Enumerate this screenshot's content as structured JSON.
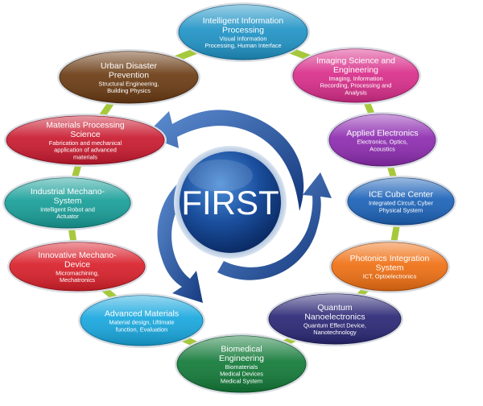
{
  "center": {
    "label": "FIRST"
  },
  "nodes": [
    {
      "id": "iip",
      "title": [
        "Intelligent Information",
        "Processing"
      ],
      "subtitle": [
        "Visual Information",
        "Processing, Human Interface"
      ],
      "color": "#1f93c6"
    },
    {
      "id": "isc",
      "title": [
        "Imaging Science and",
        "Engineering"
      ],
      "subtitle": [
        "Imaging, Information",
        "Recording, Processing and",
        "Analysis"
      ],
      "color": "#d92d8a"
    },
    {
      "id": "ae",
      "title": [
        "Applied Electronics"
      ],
      "subtitle": [
        "Electronics, Optics,",
        "Acoustics"
      ],
      "color": "#8d2bb0"
    },
    {
      "id": "ice",
      "title": [
        "ICE Cube Center"
      ],
      "subtitle": [
        "Integrated Circuit, Cyber",
        "Physical System"
      ],
      "color": "#1b62b8"
    },
    {
      "id": "pis",
      "title": [
        "Photonics Integration",
        "System"
      ],
      "subtitle": [
        "ICT, Optoelectronics"
      ],
      "color": "#ef6f12"
    },
    {
      "id": "qn",
      "title": [
        "Quantum",
        "Nanoelectronics"
      ],
      "subtitle": [
        "Quantum Effect Device,",
        "Nanotechnology"
      ],
      "color": "#2a2675"
    },
    {
      "id": "be",
      "title": [
        "Biomedical",
        "Engineering"
      ],
      "subtitle": [
        "Biomaterials",
        "Medical Devices",
        "Medical System"
      ],
      "color": "#127a38"
    },
    {
      "id": "am",
      "title": [
        "Advanced Materials"
      ],
      "subtitle": [
        "Material design, Ultimate",
        "function, Evaluation"
      ],
      "color": "#17a7de"
    },
    {
      "id": "imd",
      "title": [
        "Innovative Mechano-",
        "Device"
      ],
      "subtitle": [
        "Micromachining,",
        "Mechatronics"
      ],
      "color": "#d91f2a"
    },
    {
      "id": "ims",
      "title": [
        "Industrial Mechano-",
        "System"
      ],
      "subtitle": [
        "Intelligent Robot and",
        "Actuator"
      ],
      "color": "#179e98"
    },
    {
      "id": "mps",
      "title": [
        "Materials Processing",
        "Science"
      ],
      "subtitle": [
        "Fabrication and mechanical",
        "application of advanced",
        "materials"
      ],
      "color": "#c9192e"
    },
    {
      "id": "udp",
      "title": [
        "Urban Disaster",
        "Prevention"
      ],
      "subtitle": [
        "Structural Engineering,",
        "Building Physics"
      ],
      "color": "#6a3a12"
    }
  ],
  "connector_color": "#a6c93c"
}
